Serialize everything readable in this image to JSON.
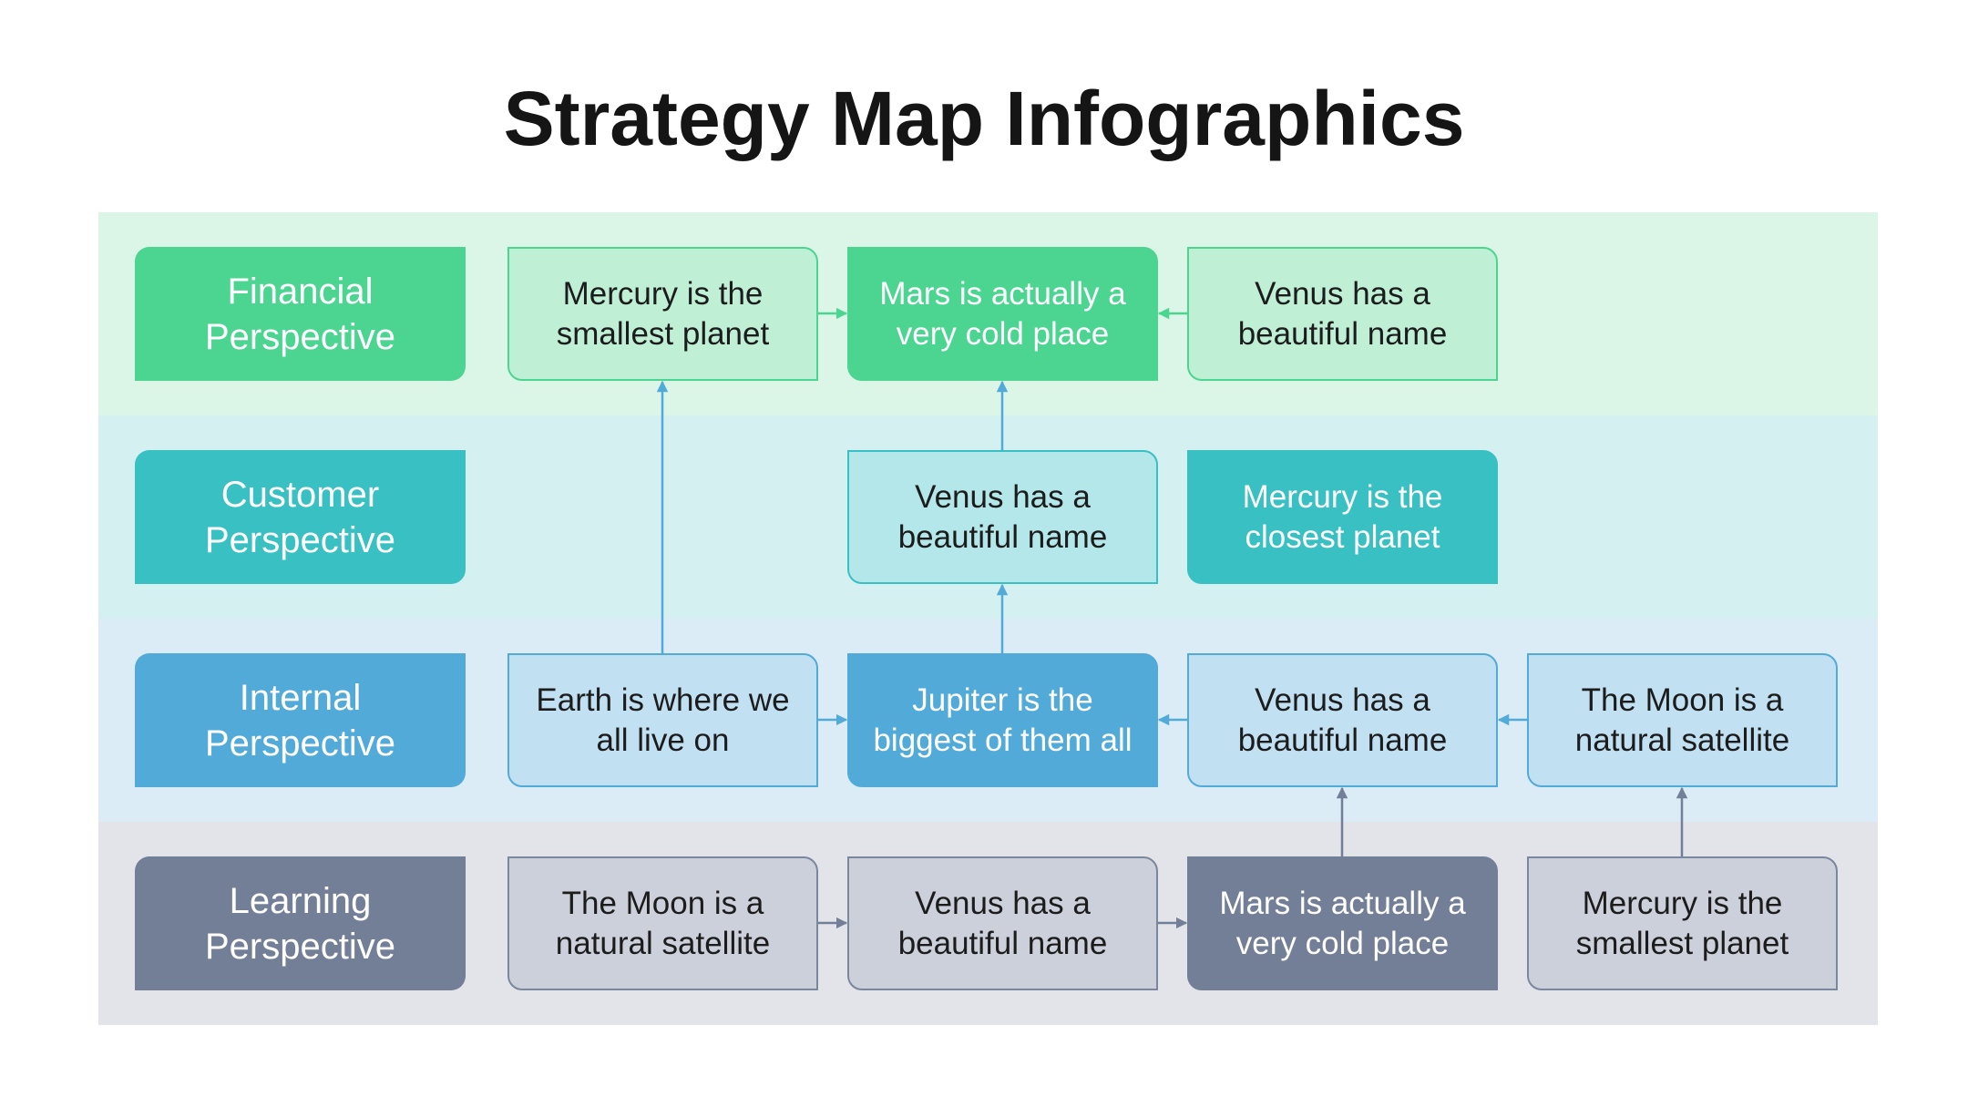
{
  "title": "Strategy Map Infographics",
  "colors": {
    "financial": "#4bd590",
    "customer": "#38c0c3",
    "internal": "#52aad9",
    "learning": "#737f97"
  },
  "rows": {
    "financial": {
      "label": "Financial\nPerspective",
      "boxes": [
        "Mercury is the\nsmallest planet",
        "Mars is actually a\nvery cold place",
        "Venus has a\nbeautiful name"
      ]
    },
    "customer": {
      "label": "Customer\nPerspective",
      "boxes": [
        "Venus has a\nbeautiful name",
        "Mercury is the\nclosest planet"
      ]
    },
    "internal": {
      "label": "Internal\nPerspective",
      "boxes": [
        "Earth is where we\nall live on",
        "Jupiter is the\nbiggest of them all",
        "Venus has a\nbeautiful name",
        "The Moon is a\nnatural satellite"
      ]
    },
    "learning": {
      "label": "Learning\nPerspective",
      "boxes": [
        "The Moon is a\nnatural satellite",
        "Venus has a\nbeautiful name",
        "Mars is actually a\nvery cold place",
        "Mercury is the\nsmallest planet"
      ]
    }
  }
}
